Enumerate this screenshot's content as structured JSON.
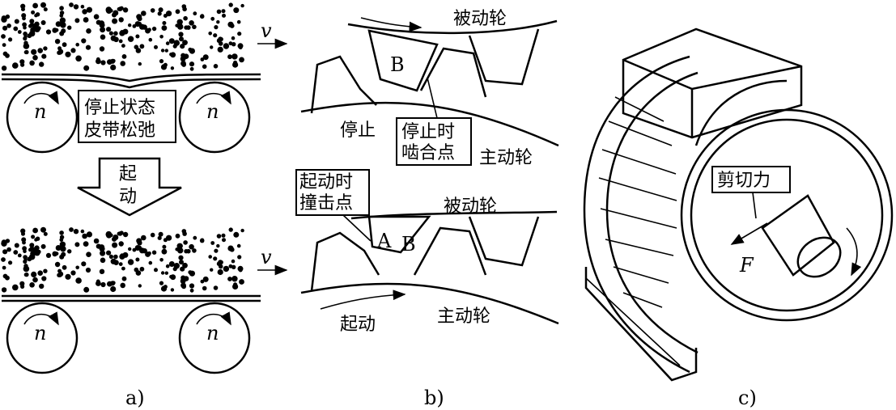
{
  "panel_a": {
    "velocity": "v",
    "rpm": "n",
    "stopped_label_line1": "停止状态",
    "stopped_label_line2": "皮带松弛",
    "arrow_label_line1": "起",
    "arrow_label_line2": "动",
    "caption": "a)"
  },
  "panel_b": {
    "top_driven": "被动轮",
    "top_tooth": "B",
    "stop_word": "停止",
    "mesh_label_line1": "停止时",
    "mesh_label_line2": "啮合点",
    "top_driving": "主动轮",
    "impact_label_line1": "起动时",
    "impact_label_line2": "撞击点",
    "bottom_driven": "被动轮",
    "tooth_a": "A",
    "tooth_b": "B",
    "start_word": "起动",
    "bottom_driving": "主动轮",
    "velocity": "v",
    "caption": "b)"
  },
  "panel_c": {
    "shear_label": "剪切力",
    "force": "F",
    "caption": "c)"
  }
}
